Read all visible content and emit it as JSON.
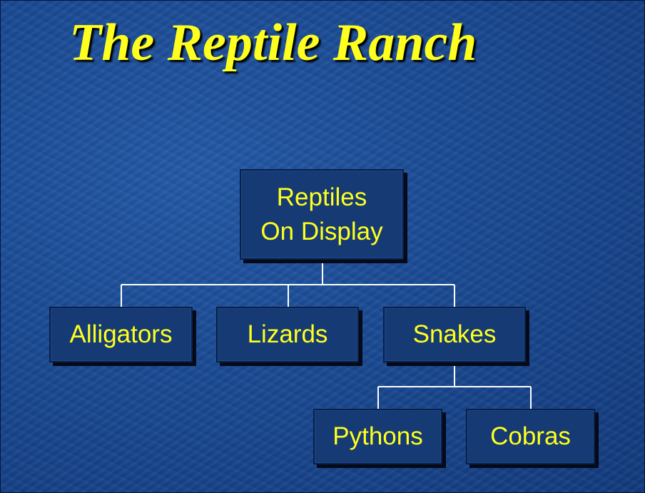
{
  "slide": {
    "title": "The Reptile Ranch"
  },
  "org_chart": {
    "root": {
      "line1": "Reptiles",
      "line2": "On Display"
    },
    "level1": {
      "alligators": "Alligators",
      "lizards": "Lizards",
      "snakes": "Snakes"
    },
    "level2": {
      "pythons": "Pythons",
      "cobras": "Cobras"
    }
  },
  "colors": {
    "background": "#1a4a93",
    "box_fill": "#153a74",
    "text": "#ffff1f",
    "connector": "#ffffff"
  }
}
